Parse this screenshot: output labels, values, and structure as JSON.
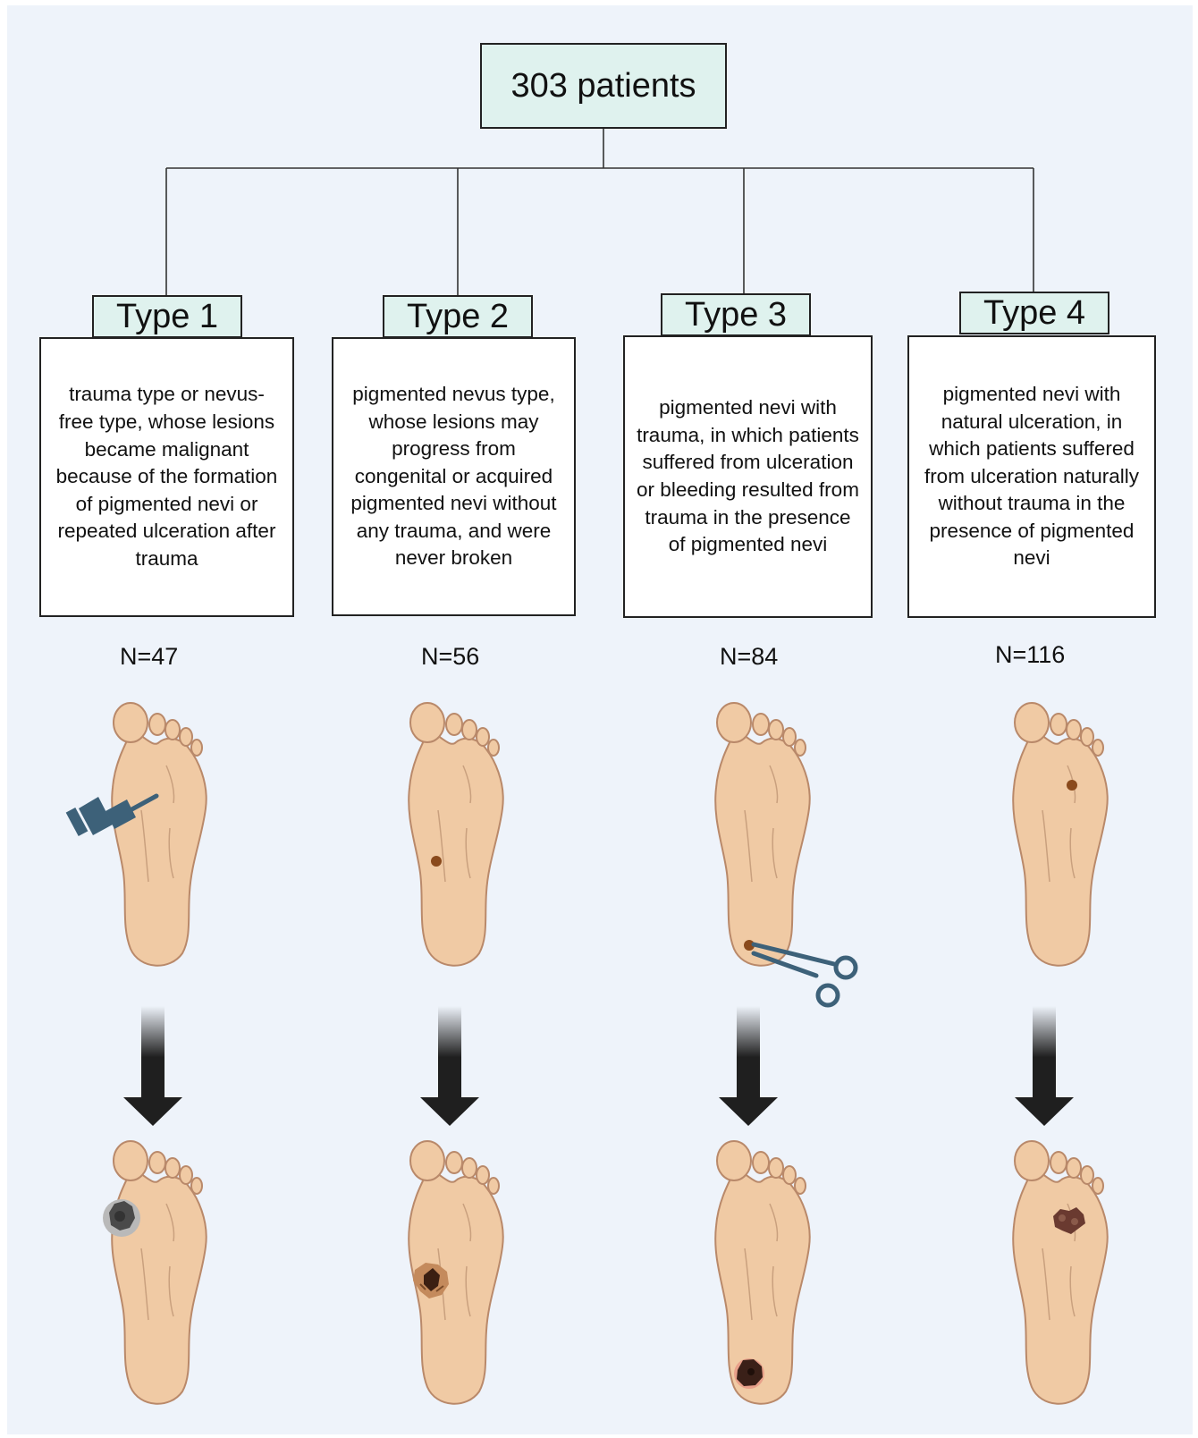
{
  "root": {
    "label": "303 patients"
  },
  "types": [
    {
      "title": "Type 1",
      "description": "trauma type or nevus-free type, whose lesions became malignant because of the formation of pigmented nevi or repeated ulceration after trauma",
      "count": "N=47"
    },
    {
      "title": "Type 2",
      "description": "pigmented nevus type, whose lesions may progress from congenital or acquired pigmented nevi without any trauma, and were never broken",
      "count": "N=56"
    },
    {
      "title": "Type 3",
      "description": "pigmented nevi with trauma, in which patients suffered from ulceration or bleeding resulted from trauma in the presence of pigmented nevi",
      "count": "N=84"
    },
    {
      "title": "Type 4",
      "description": "pigmented nevi with natural ulceration, in which patients suffered from ulceration naturally without trauma in the presence of pigmented nevi",
      "count": "N=116"
    }
  ],
  "icons": {
    "type1_before": "pushpin-icon",
    "type3_before": "scissors-icon"
  },
  "colors": {
    "background": "#eef3fa",
    "box_fill": "#dff2ee",
    "skin": "#f0caa4",
    "skin_outline": "#b9896a",
    "nevus": "#8a4a1c",
    "tool": "#3d6179",
    "arrow": "#1f1f1f"
  }
}
